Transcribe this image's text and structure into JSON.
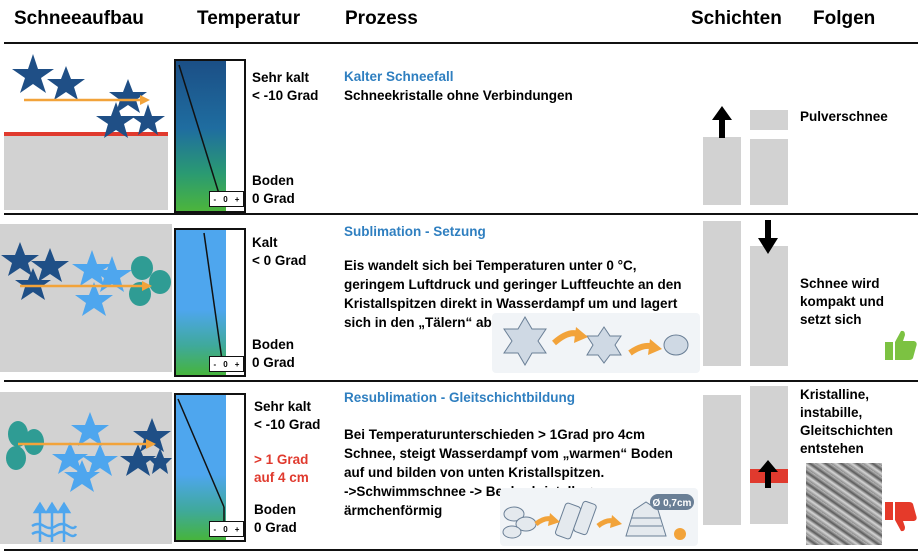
{
  "headers": {
    "schneeaufbau": "Schneeaufbau",
    "temperatur": "Temperatur",
    "prozess": "Prozess",
    "schichten": "Schichten",
    "folgen": "Folgen"
  },
  "rows": [
    {
      "temp_top": [
        "Sehr kalt",
        "< -10 Grad"
      ],
      "temp_bottom": [
        "Boden",
        "0 Grad"
      ],
      "scale": [
        "-",
        "0",
        "+"
      ],
      "title": "Kalter Schneefall",
      "body": [
        "Schneekristalle ohne Verbindungen"
      ],
      "folge": [
        "Pulverschnee"
      ]
    },
    {
      "temp_top": [
        "Kalt",
        "< 0 Grad"
      ],
      "temp_bottom": [
        "Boden",
        "0 Grad"
      ],
      "scale": [
        "-",
        "0",
        "+"
      ],
      "title": "Sublimation - Setzung",
      "body": [
        "Eis wandelt sich bei Temperaturen unter 0 °C,",
        "geringem Luftdruck und geringer Luftfeuchte an den",
        "Kristallspitzen direkt in Wasserdampf um und lagert",
        "sich in den „Tälern“ ab"
      ],
      "folge": [
        "Schnee wird",
        "kompakt und",
        "setzt sich"
      ]
    },
    {
      "temp_top": [
        "Sehr kalt",
        "< -10 Grad"
      ],
      "temp_mid": [
        "> 1 Grad",
        "auf 4 cm"
      ],
      "temp_bottom": [
        "Boden",
        "0 Grad"
      ],
      "scale": [
        "-",
        "0",
        "+"
      ],
      "title": "Resublimation - Gleitschichtbildung",
      "body": [
        "Bei Temperaturunterschieden > 1Grad pro 4cm",
        "Schnee, steigt Wasserdampf vom „warmen“ Boden",
        "auf und bilden von unten Kristallspitzen.",
        "->Schwimmschnee -> Becherkristalle ->",
        "ärmchenförmig"
      ],
      "badge": "Ø 0,7cm",
      "folge": [
        "Kristalline,",
        "instabille,",
        "Gleitschichten",
        "entstehen"
      ]
    }
  ],
  "colors": {
    "title_blue": "#2f7fc0",
    "warn_red": "#e03a2e",
    "star_dark": "#1f4f86",
    "teal": "#2f9c94",
    "light_blue": "#4ea6ee",
    "arrow_orange": "#f2a33a",
    "thumb_up": "#7cc242",
    "thumb_down": "#e53a2a"
  },
  "icons": [
    "star-icon",
    "snowflake-icon",
    "up-arrow-icon",
    "down-arrow-icon",
    "steam-icon",
    "thumbs-up-icon",
    "thumbs-down-icon"
  ]
}
